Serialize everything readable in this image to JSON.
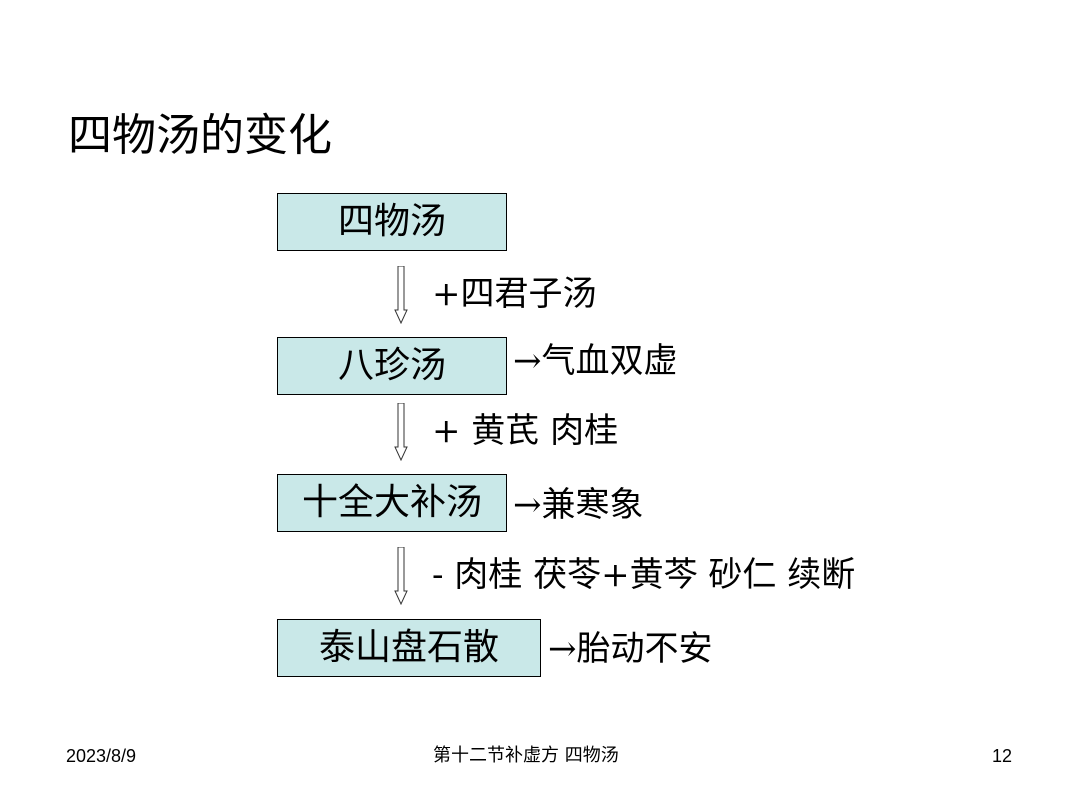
{
  "title": "四物汤的变化",
  "boxes": [
    "四物汤",
    "八珍汤",
    "十全大补汤",
    "泰山盘石散"
  ],
  "steps": [
    "+四君子汤",
    "+ 黄芪 肉桂",
    "- 肉桂 茯苓+黄芩 砂仁 续断"
  ],
  "effects": [
    "→气血双虚",
    "→兼寒象",
    "→胎动不安"
  ],
  "footer": {
    "date": "2023/8/9",
    "center": "第十二节补虚方 四物汤",
    "page": "12"
  },
  "colors": {
    "box_fill": "#c9e8e8",
    "border": "#000000"
  }
}
